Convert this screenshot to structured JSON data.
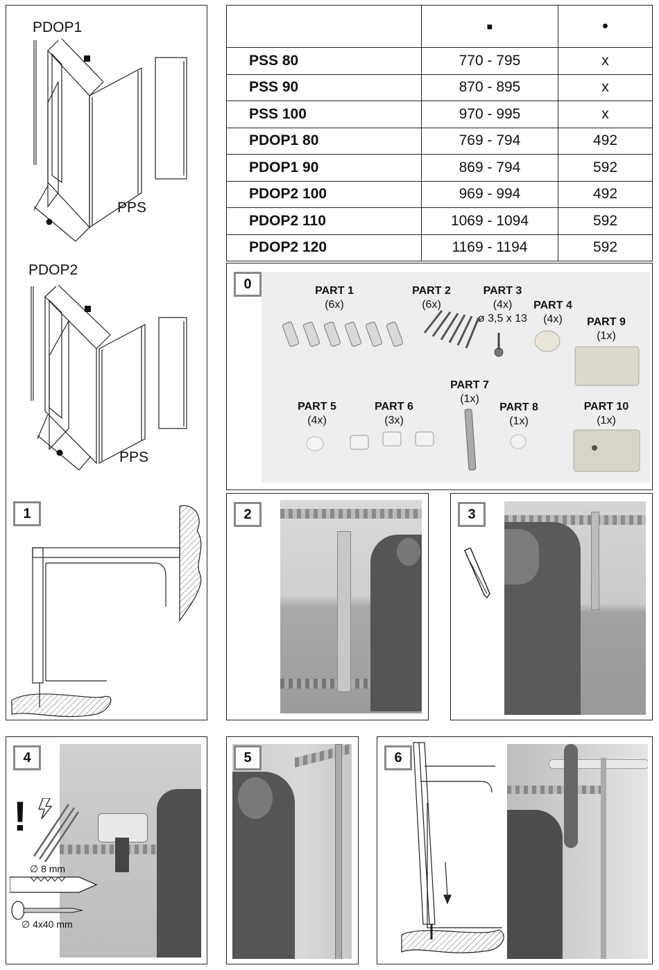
{
  "diagrams": {
    "pdop1_label": "PDOP1",
    "pdop2_label": "PDOP2",
    "pps_label_1": "PPS",
    "pps_label_2": "PPS"
  },
  "table": {
    "header": [
      "",
      "■",
      "●"
    ],
    "rows": [
      {
        "name": "PSS 80",
        "square": "770 - 795",
        "circle": "x"
      },
      {
        "name": "PSS 90",
        "square": "870 - 895",
        "circle": "x"
      },
      {
        "name": "PSS 100",
        "square": "970 - 995",
        "circle": "x"
      },
      {
        "name": "PDOP1 80",
        "square": "769 - 794",
        "circle": "492"
      },
      {
        "name": "PDOP1 90",
        "square": "869 - 794",
        "circle": "592"
      },
      {
        "name": "PDOP2 100",
        "square": "969 - 994",
        "circle": "492"
      },
      {
        "name": "PDOP2 110",
        "square": "1069 - 1094",
        "circle": "592"
      },
      {
        "name": "PDOP2 120",
        "square": "1169 - 1194",
        "circle": "592"
      }
    ]
  },
  "parts_panel": {
    "step": "0",
    "parts": [
      {
        "name": "PART 1",
        "qty": "(6x)"
      },
      {
        "name": "PART 2",
        "qty": "(6x)"
      },
      {
        "name": "PART 3",
        "qty": "(4x)",
        "spec": "ø 3,5 x 13"
      },
      {
        "name": "PART 4",
        "qty": "(4x)"
      },
      {
        "name": "PART 9",
        "qty": "(1x)"
      },
      {
        "name": "PART 5",
        "qty": "(4x)"
      },
      {
        "name": "PART 6",
        "qty": "(3x)"
      },
      {
        "name": "PART 7",
        "qty": "(1x)"
      },
      {
        "name": "PART 8",
        "qty": "(1x)"
      },
      {
        "name": "PART 10",
        "qty": "(1x)"
      }
    ]
  },
  "steps": {
    "s1": "1",
    "s2": "2",
    "s3": "3",
    "s4": "4",
    "s5": "5",
    "s6": "6",
    "drill_warning": "!",
    "dowel_size": "∅ 8 mm",
    "screw_size": "∅ 4x40 mm"
  }
}
